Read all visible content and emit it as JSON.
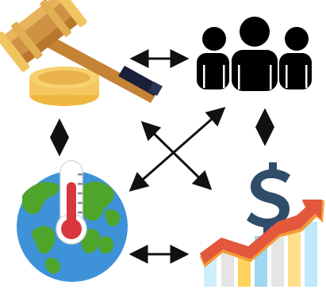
{
  "diagram": {
    "nodes": [
      {
        "id": "law",
        "icon": "gavel-icon"
      },
      {
        "id": "society",
        "icon": "people-group-icon"
      },
      {
        "id": "climate",
        "icon": "globe-thermometer-icon"
      },
      {
        "id": "economy",
        "icon": "growth-chart-dollar-icon"
      }
    ],
    "connections": [
      {
        "from": "law",
        "to": "society",
        "style": "double-arrow"
      },
      {
        "from": "law",
        "to": "climate",
        "style": "double-arrow"
      },
      {
        "from": "society",
        "to": "economy",
        "style": "double-arrow"
      },
      {
        "from": "climate",
        "to": "economy",
        "style": "double-arrow"
      },
      {
        "from": "law",
        "to": "economy",
        "style": "double-arrow"
      },
      {
        "from": "society",
        "to": "climate",
        "style": "double-arrow"
      }
    ],
    "colors": {
      "arrow": "#111111",
      "gavel_wood": "#c58a3a",
      "gavel_gold": "#f2c25f",
      "gavel_dark": "#1a1f3a",
      "people": "#000000",
      "ocean": "#3e92d8",
      "land": "#4fa52a",
      "thermo_red": "#d9373f",
      "dollar": "#2f4c68",
      "chart_red": "#e3573d",
      "chart_orange": "#f39c34",
      "bar_blue": "#9ed7ef",
      "bar_gray": "#e5e5e5",
      "bar_yellow": "#ffd45c",
      "bar_light": "#cdeefa"
    }
  }
}
